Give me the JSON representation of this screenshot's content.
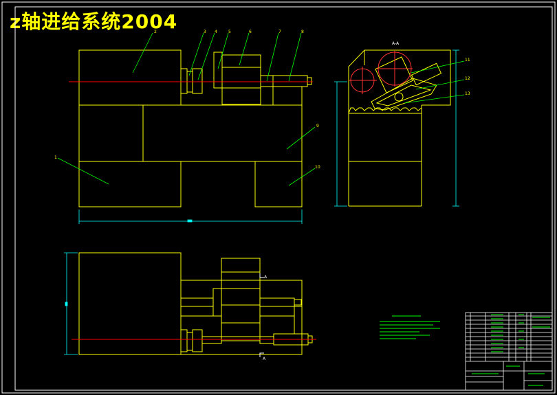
{
  "title": "z轴进给系统2004",
  "section_label": "A-A",
  "section_marks": [
    "A",
    "A"
  ],
  "part_numbers": [
    "1",
    "2",
    "3",
    "4",
    "5",
    "6",
    "7",
    "8",
    "9",
    "10",
    "11",
    "12",
    "13"
  ],
  "colors": {
    "background": "#000000",
    "outline": "#ffff00",
    "border": "#ffffff",
    "centerline": "#ff0000",
    "leader": "#00ff00",
    "dimension": "#00ffff",
    "detail_red": "#ff3333"
  }
}
